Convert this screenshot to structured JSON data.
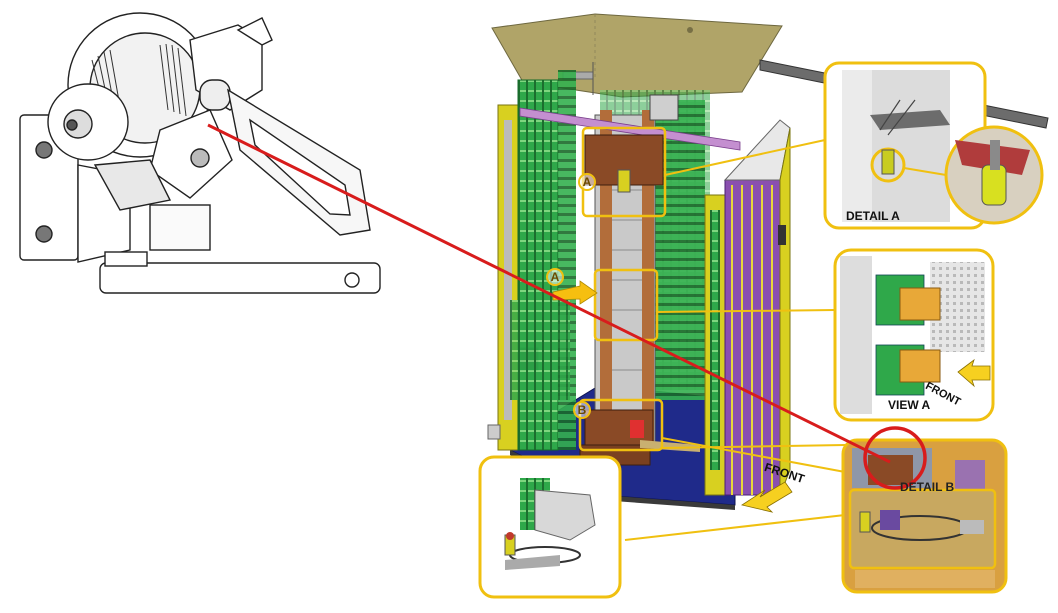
{
  "labels": {
    "detail_a": "DETAIL A",
    "view_a": "VIEW A",
    "front_view_a": "FRONT",
    "detail_b": "DETAIL B",
    "front_main": "FRONT",
    "marker_a_top": "A",
    "marker_a_mid": "A",
    "marker_b": "B"
  },
  "colors": {
    "callout_yellow": "#f0c010",
    "connector_red": "#d81c1c",
    "board_green": "#2fa84a",
    "frame_yellow": "#d8d020",
    "rail_purple": "#8a4fb0",
    "base_blue": "#1f2a8a",
    "panel_tan": "#b0a468",
    "bracket_brown": "#8a4a26"
  }
}
